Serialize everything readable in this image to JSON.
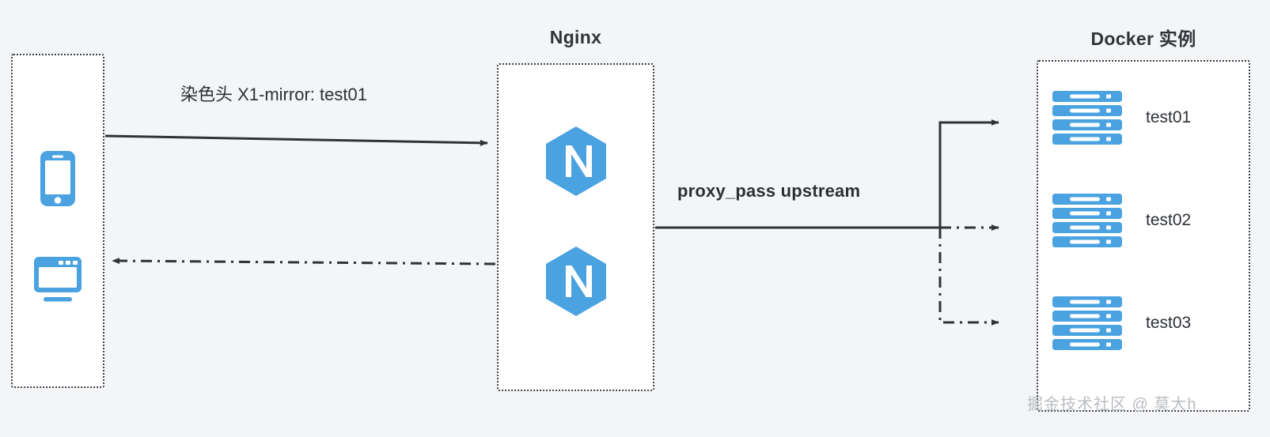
{
  "diagram": {
    "background_color": "#f4f5f7",
    "accent_blue": "#4aa3e0",
    "line_color": "#2f3338"
  },
  "client_group": {
    "name": "client-devices",
    "devices": [
      {
        "icon": "mobile-phone-icon",
        "label": ""
      },
      {
        "icon": "desktop-monitor-icon",
        "label": ""
      }
    ]
  },
  "nginx_group": {
    "title": "Nginx",
    "logos": [
      {
        "icon": "nginx-logo-icon",
        "letter": "N"
      },
      {
        "icon": "nginx-logo-icon",
        "letter": "N"
      }
    ]
  },
  "docker_group": {
    "title": "Docker 实例",
    "instances": [
      {
        "icon": "server-stack-icon",
        "label": "test01"
      },
      {
        "icon": "server-stack-icon",
        "label": "test02"
      },
      {
        "icon": "server-stack-icon",
        "label": "test03"
      }
    ]
  },
  "labels": {
    "request_header": "染色头 X1-mirror: test01",
    "proxy_pass": "proxy_pass upstream"
  },
  "connectors": [
    {
      "name": "client-to-nginx-request",
      "style": "solid",
      "direction": "right"
    },
    {
      "name": "nginx-to-client-response",
      "style": "dash-dot",
      "direction": "left"
    },
    {
      "name": "nginx-to-upstream-trunk",
      "style": "solid",
      "direction": "right"
    },
    {
      "name": "upstream-to-test01",
      "style": "solid",
      "direction": "right"
    },
    {
      "name": "upstream-to-test02",
      "style": "dash-dot",
      "direction": "right"
    },
    {
      "name": "upstream-to-test03",
      "style": "dash-dot",
      "direction": "right"
    }
  ],
  "watermark": "掘金技术社区 @ 莫大h"
}
